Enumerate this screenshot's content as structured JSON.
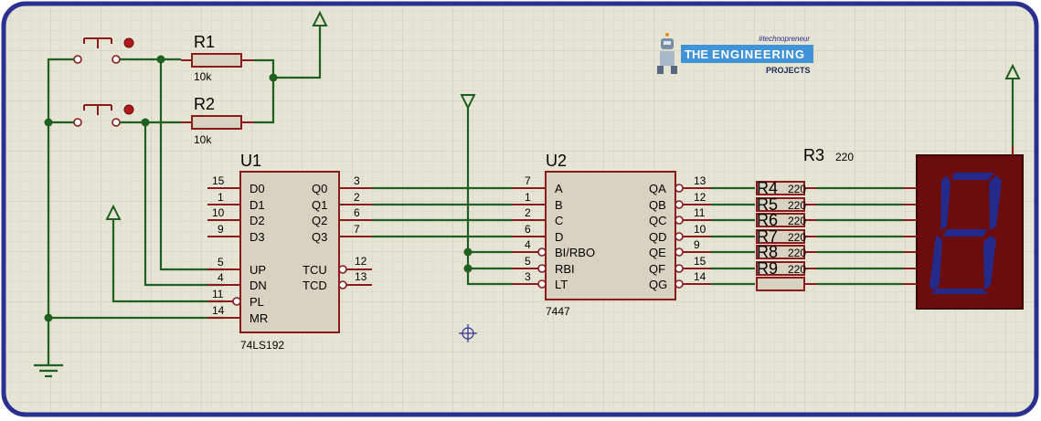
{
  "colors": {
    "background": "#e6e4d4",
    "grid": "#cfcdbd",
    "frame": "#2b2f8f",
    "wire": "#1f5f1f",
    "component": "#8b1a1a",
    "body_fill": "#d8d2c0",
    "segment_on": "#232a8a",
    "display_body": "#6b0d0d"
  },
  "resistors": {
    "r1": {
      "ref": "R1",
      "value": "10k"
    },
    "r2": {
      "ref": "R2",
      "value": "10k"
    },
    "r3": {
      "ref": "R3",
      "value": "220"
    },
    "r4": {
      "ref": "R4",
      "value": "220"
    },
    "r5": {
      "ref": "R5",
      "value": "220"
    },
    "r6": {
      "ref": "R6",
      "value": "220"
    },
    "r7": {
      "ref": "R7",
      "value": "220"
    },
    "r8": {
      "ref": "R8",
      "value": "220"
    },
    "r9": {
      "ref": "R9",
      "value": "220"
    }
  },
  "u1": {
    "ref": "U1",
    "part": "74LS192",
    "left_pins": [
      {
        "num": "15",
        "label": "D0"
      },
      {
        "num": "1",
        "label": "D1"
      },
      {
        "num": "10",
        "label": "D2"
      },
      {
        "num": "9",
        "label": "D3"
      },
      {
        "num": "5",
        "label": "UP"
      },
      {
        "num": "4",
        "label": "DN"
      },
      {
        "num": "11",
        "label": "PL"
      },
      {
        "num": "14",
        "label": "MR"
      }
    ],
    "right_pins": [
      {
        "num": "3",
        "label": "Q0"
      },
      {
        "num": "2",
        "label": "Q1"
      },
      {
        "num": "6",
        "label": "Q2"
      },
      {
        "num": "7",
        "label": "Q3"
      },
      {
        "num": "12",
        "label": "TCU"
      },
      {
        "num": "13",
        "label": "TCD"
      }
    ]
  },
  "u2": {
    "ref": "U2",
    "part": "7447",
    "left_pins": [
      {
        "num": "7",
        "label": "A"
      },
      {
        "num": "1",
        "label": "B"
      },
      {
        "num": "2",
        "label": "C"
      },
      {
        "num": "6",
        "label": "D"
      },
      {
        "num": "4",
        "label": "BI/RBO"
      },
      {
        "num": "5",
        "label": "RBI"
      },
      {
        "num": "3",
        "label": "LT"
      }
    ],
    "right_pins": [
      {
        "num": "13",
        "label": "QA"
      },
      {
        "num": "12",
        "label": "QB"
      },
      {
        "num": "11",
        "label": "QC"
      },
      {
        "num": "10",
        "label": "QD"
      },
      {
        "num": "9",
        "label": "QE"
      },
      {
        "num": "15",
        "label": "QF"
      },
      {
        "num": "14",
        "label": "QG"
      }
    ]
  },
  "display": {
    "digit_shown": "8",
    "segments_on": [
      "a",
      "b",
      "c",
      "d",
      "e",
      "f",
      "g"
    ]
  },
  "logo": {
    "tag": "#technopreneur",
    "brand_the": "THE",
    "brand_main": "ENGINEERING",
    "brand_sub": "PROJECTS"
  }
}
